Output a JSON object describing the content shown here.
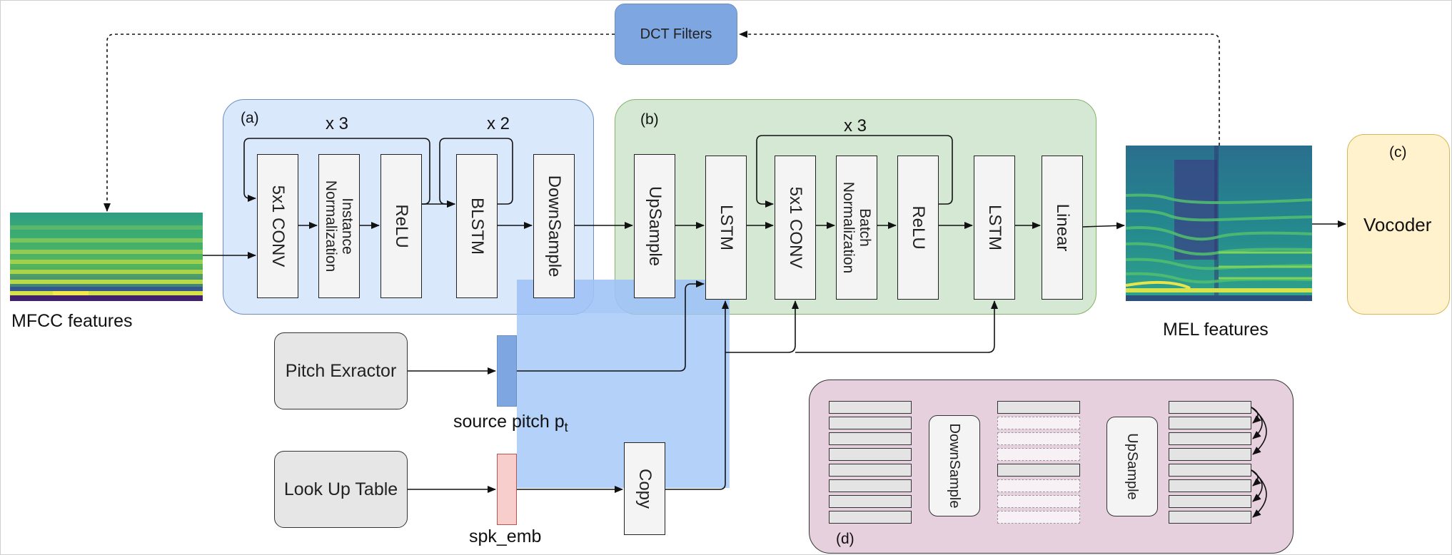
{
  "dct_filters": {
    "label": "DCT Filters"
  },
  "group_a": {
    "tag": "(a)",
    "repeat_conv": "x 3",
    "repeat_blstm": "x 2",
    "blocks": [
      "5x1 CONV",
      "Instance\nNormalization",
      "ReLU",
      "BLSTM",
      "DownSample"
    ]
  },
  "group_b": {
    "tag": "(b)",
    "repeat_conv": "x 3",
    "blocks": [
      "UpSample",
      "LSTM",
      "5x1 CONV",
      "Batch\nNormalization",
      "ReLU",
      "LSTM",
      "Linear"
    ]
  },
  "group_c": {
    "tag": "(c)",
    "label": "Vocoder"
  },
  "group_d": {
    "tag": "(d)",
    "downsample_label": "DownSample",
    "upsample_label": "UpSample"
  },
  "inputs": {
    "mfcc_label": "MFCC features",
    "mel_label": "MEL features",
    "pitch_extractor": "Pitch Exractor",
    "lookup_table": "Look Up Table",
    "source_pitch_label": "source pitch p",
    "source_pitch_sub": "t",
    "spk_emb_label": "spk_emb",
    "copy_label": "Copy"
  },
  "colors": {
    "group_a_fill": "#dae8fc",
    "group_a_border": "#6c8ebf",
    "group_b_fill": "#d5e8d4",
    "group_b_border": "#82b366",
    "group_c_fill": "#fff2cc",
    "group_c_border": "#d6b656",
    "group_d_fill": "#e6d0de",
    "group_d_border": "#996185",
    "dct_fill": "#7ea6e0",
    "overlay_fill": "#99c2f7",
    "pitch_fill": "#7ea6e0",
    "spk_fill": "#f8cecc"
  }
}
